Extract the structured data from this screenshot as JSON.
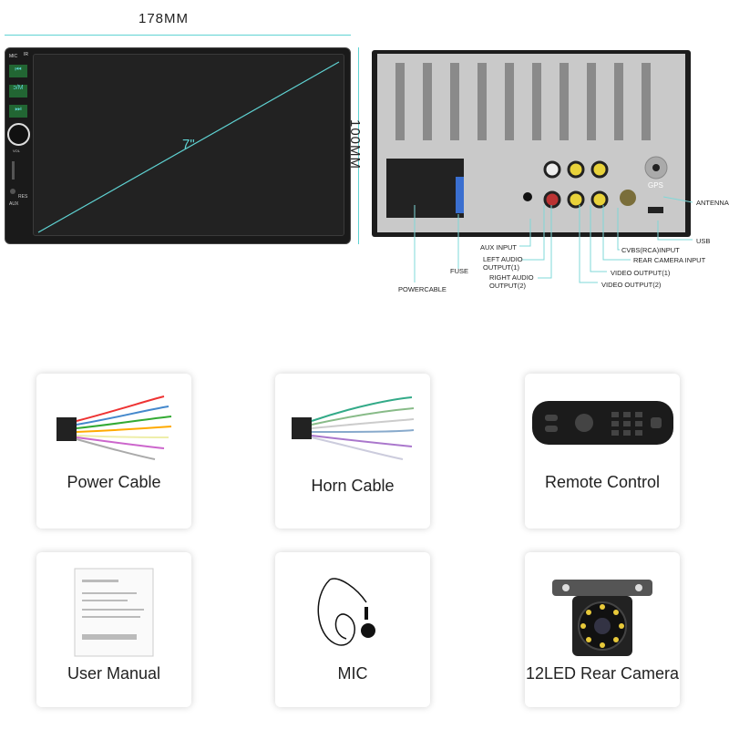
{
  "dimensions": {
    "width": "178MM",
    "height": "100MM",
    "screen": "7\""
  },
  "front_panel": {
    "buttons": [
      "MIC",
      "IR",
      "⏮",
      "ↄ/M",
      "⏭",
      "VOL",
      "RES",
      "AUX"
    ]
  },
  "rear_labels": {
    "antenna": "ANTENNA",
    "usb": "USB",
    "cvbs": "CVBS(RCA)INPUT",
    "rear_camera": "REAR CAMERA INPUT",
    "video1": "VIDEO OUTPUT(1)",
    "video2": "VIDEO OUTPUT(2)",
    "aux": "AUX INPUT",
    "left_audio": "LEFT AUDIO\nOUTPUT(1)",
    "right_audio": "RIGHT AUDIO\nOUTPUT(2)",
    "fuse": "FUSE",
    "power": "POWERCABLE",
    "gps": "GPS"
  },
  "accessories": [
    {
      "label": "Power Cable"
    },
    {
      "label": "Horn Cable"
    },
    {
      "label": "Remote Control"
    },
    {
      "label": "User Manual"
    },
    {
      "label": "MIC"
    },
    {
      "label": "12LED Rear Camera"
    }
  ],
  "colors": {
    "dimension_line": "#5fd3d3",
    "callout_line": "#7fd8d8",
    "unit_body": "#1a1a1a",
    "chassis": "#c9c9c9"
  }
}
